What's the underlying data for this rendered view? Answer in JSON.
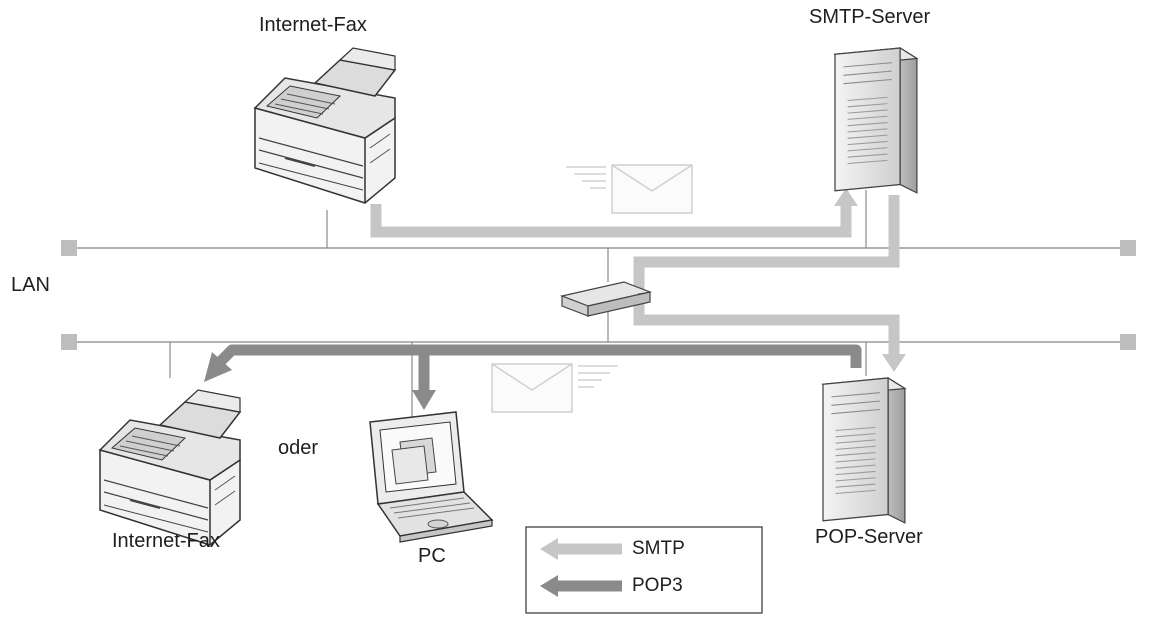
{
  "labels": {
    "fax_top": "Internet-Fax",
    "smtp_server": "SMTP-Server",
    "lan": "LAN",
    "oder": "oder",
    "fax_bottom": "Internet-Fax",
    "pc": "PC",
    "pop_server": "POP-Server"
  },
  "legend": {
    "smtp": "SMTP",
    "pop3": "POP3"
  },
  "colors": {
    "smtp_arrow": "#c6c6c6",
    "pop3_arrow": "#8a8a8a",
    "lan_line": "#9a9a9a",
    "lan_terminator": "#bdbdbd"
  },
  "icons": {
    "fax_top": "fax-machine-icon",
    "smtp_server": "server-tower-icon",
    "router": "router-icon",
    "fax_bottom": "fax-machine-icon",
    "pc": "laptop-icon",
    "pop_server": "server-tower-icon",
    "mail_top": "envelope-icon",
    "mail_bottom": "envelope-icon"
  }
}
